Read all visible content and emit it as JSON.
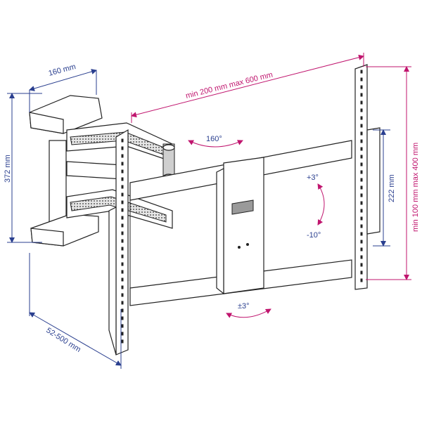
{
  "dimensions": {
    "arm_width": "160 mm",
    "arm_height": "372 mm",
    "depth": "52-500 mm",
    "horizontal_vesa": "min 200 mm max 600 mm",
    "vertical_vesa": "min 100 mm max 400 mm",
    "plate_height": "222 mm"
  },
  "rotations": {
    "swivel": "160°",
    "tilt_up": "+3°",
    "tilt_down": "-10°",
    "level": "±3°"
  },
  "colors": {
    "dimension_blue": "#2a3f8f",
    "dimension_pink": "#c0156e",
    "outline": "#222222"
  }
}
